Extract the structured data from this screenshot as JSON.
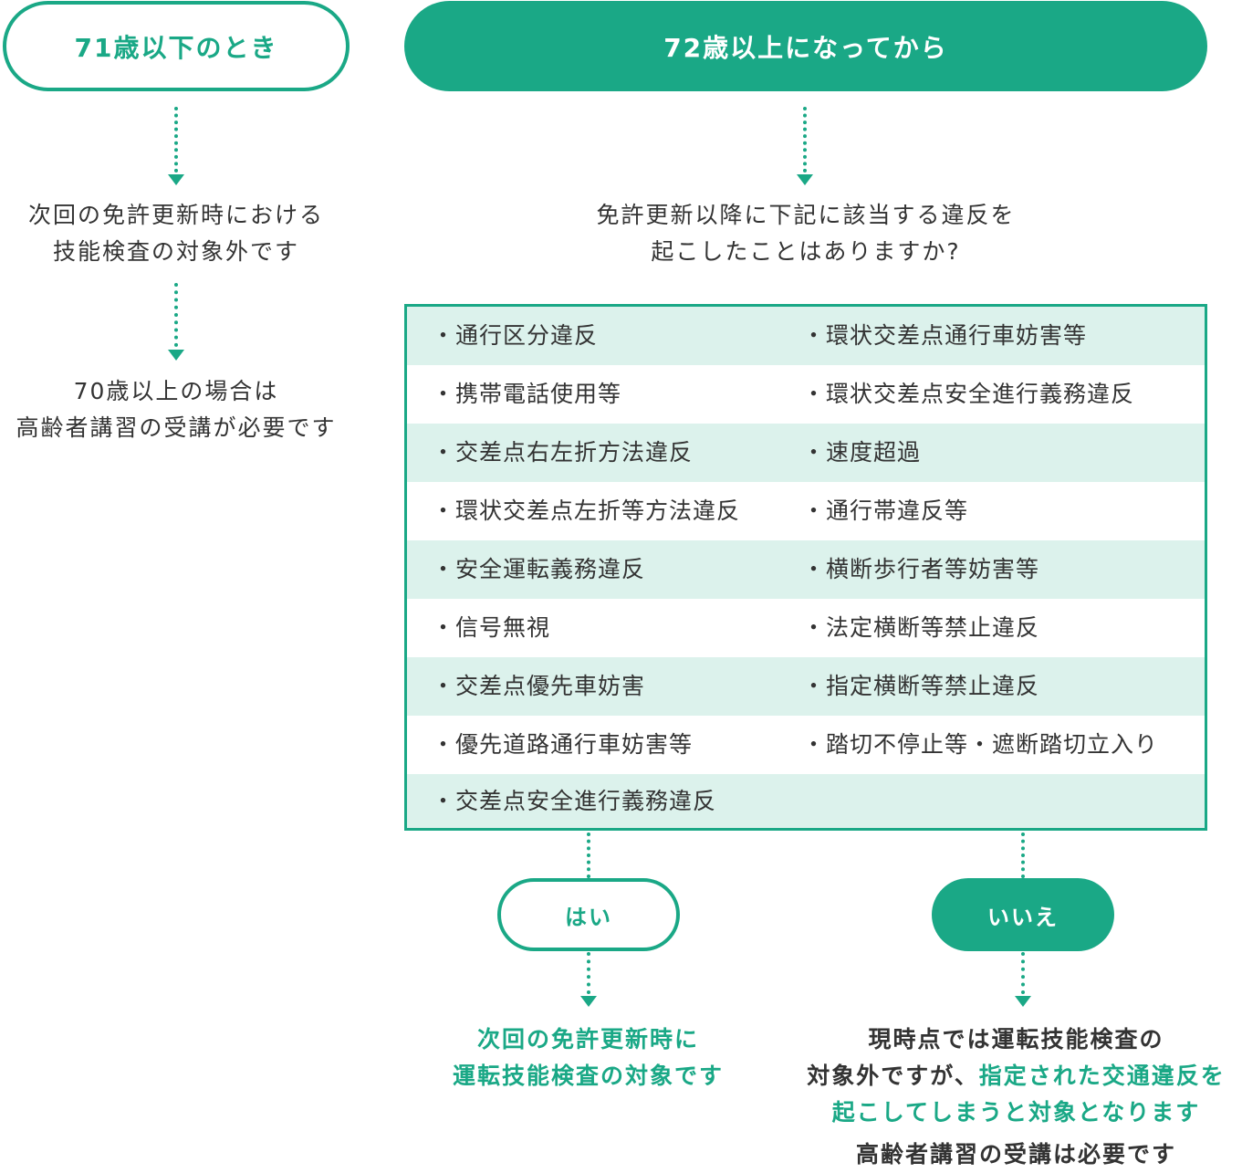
{
  "left": {
    "pill": "71歳以下のとき",
    "step1": [
      "次回の免許更新時における",
      "技能検査の対象外です"
    ],
    "step2": [
      "70歳以上の場合は",
      "高齢者講習の受講が必要です"
    ]
  },
  "right": {
    "pill": "72歳以上になってから",
    "question": [
      "免許更新以降に下記に該当する違反を",
      "起こしたことはありますか?"
    ],
    "violations": [
      [
        "・通行区分違反",
        "・環状交差点通行車妨害等"
      ],
      [
        "・携帯電話使用等",
        "・環状交差点安全進行義務違反"
      ],
      [
        "・交差点右左折方法違反",
        "・速度超過"
      ],
      [
        "・環状交差点左折等方法違反",
        "・通行帯違反等"
      ],
      [
        "・安全運転義務違反",
        "・横断歩行者等妨害等"
      ],
      [
        "・信号無視",
        "・法定横断等禁止違反"
      ],
      [
        "・交差点優先車妨害",
        "・指定横断等禁止違反"
      ],
      [
        "・優先道路通行車妨害等",
        "・踏切不停止等・遮断踏切立入り"
      ],
      [
        "・交差点安全進行義務違反",
        ""
      ]
    ],
    "yes": {
      "pill": "はい",
      "result": [
        "次回の免許更新時に",
        "運転技能検査の対象です"
      ]
    },
    "no": {
      "pill": "いいえ",
      "result_line1": "現時点では運転技能検査の",
      "result_line2_plain": "対象外ですが、",
      "result_line2_highlight": "指定された交通違反を",
      "result_line3": "起こしてしまうと対象となります",
      "result_line4": "高齢者講習の受講は必要です"
    }
  },
  "colors": {
    "accent": "#1aa886",
    "shade": "#dcf2ec",
    "text": "#333333"
  }
}
